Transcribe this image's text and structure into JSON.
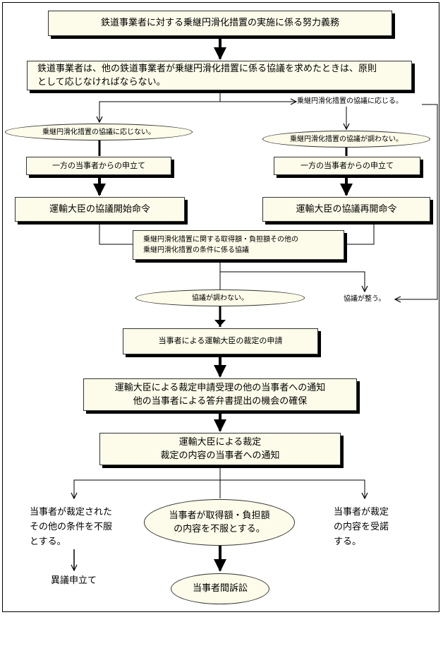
{
  "nodes": {
    "duty": "鉄道事業者に対する乗継円滑化措置の実施に係る努力義務",
    "principle": [
      "鉄道事業者は、他の鉄道事業者が乗継円滑化措置に係る協議を求めたときは、原則",
      "として応じなければならない。"
    ],
    "respond_label": "乗継円滑化措置の協議に応じる。",
    "not_respond": "乗継円滑化措置の協議に応じない。",
    "not_agreed_right": "乗継円滑化措置の協議が調わない。",
    "petition_left": "一方の当事者からの申立て",
    "petition_right": "一方の当事者からの申立て",
    "order_start": "運輸大臣の協議開始命令",
    "order_resume": "運輸大臣の協議再開命令",
    "consultation": [
      "乗継円滑化措置に関する取得額・負担額その他の",
      "乗継円滑化措置の条件に係る協議"
    ],
    "not_agreed": "協議が調わない。",
    "agreed": "協議が整う。",
    "ruling_request": "当事者による運輸大臣の裁定の申請",
    "notice": [
      "運輸大臣による裁定申請受理の他の当事者への通知",
      "他の当事者による答弁書提出の機会の確保"
    ],
    "ruling": [
      "運輸大臣による裁定",
      "裁定の内容の当事者への通知"
    ],
    "dissatisfied_other": [
      "当事者が裁定された",
      "その他の条件を不服",
      "とする。"
    ],
    "dissatisfied_amount": [
      "当事者が取得額・負担額",
      "の内容を不服とする。"
    ],
    "accept": [
      "当事者が裁定",
      "の内容を受諾",
      "する。"
    ],
    "objection": "異議申立て",
    "lawsuit": "当事者間訴訟"
  },
  "colors": {
    "box_fill": "#fdfbe9",
    "line": "#000000"
  }
}
